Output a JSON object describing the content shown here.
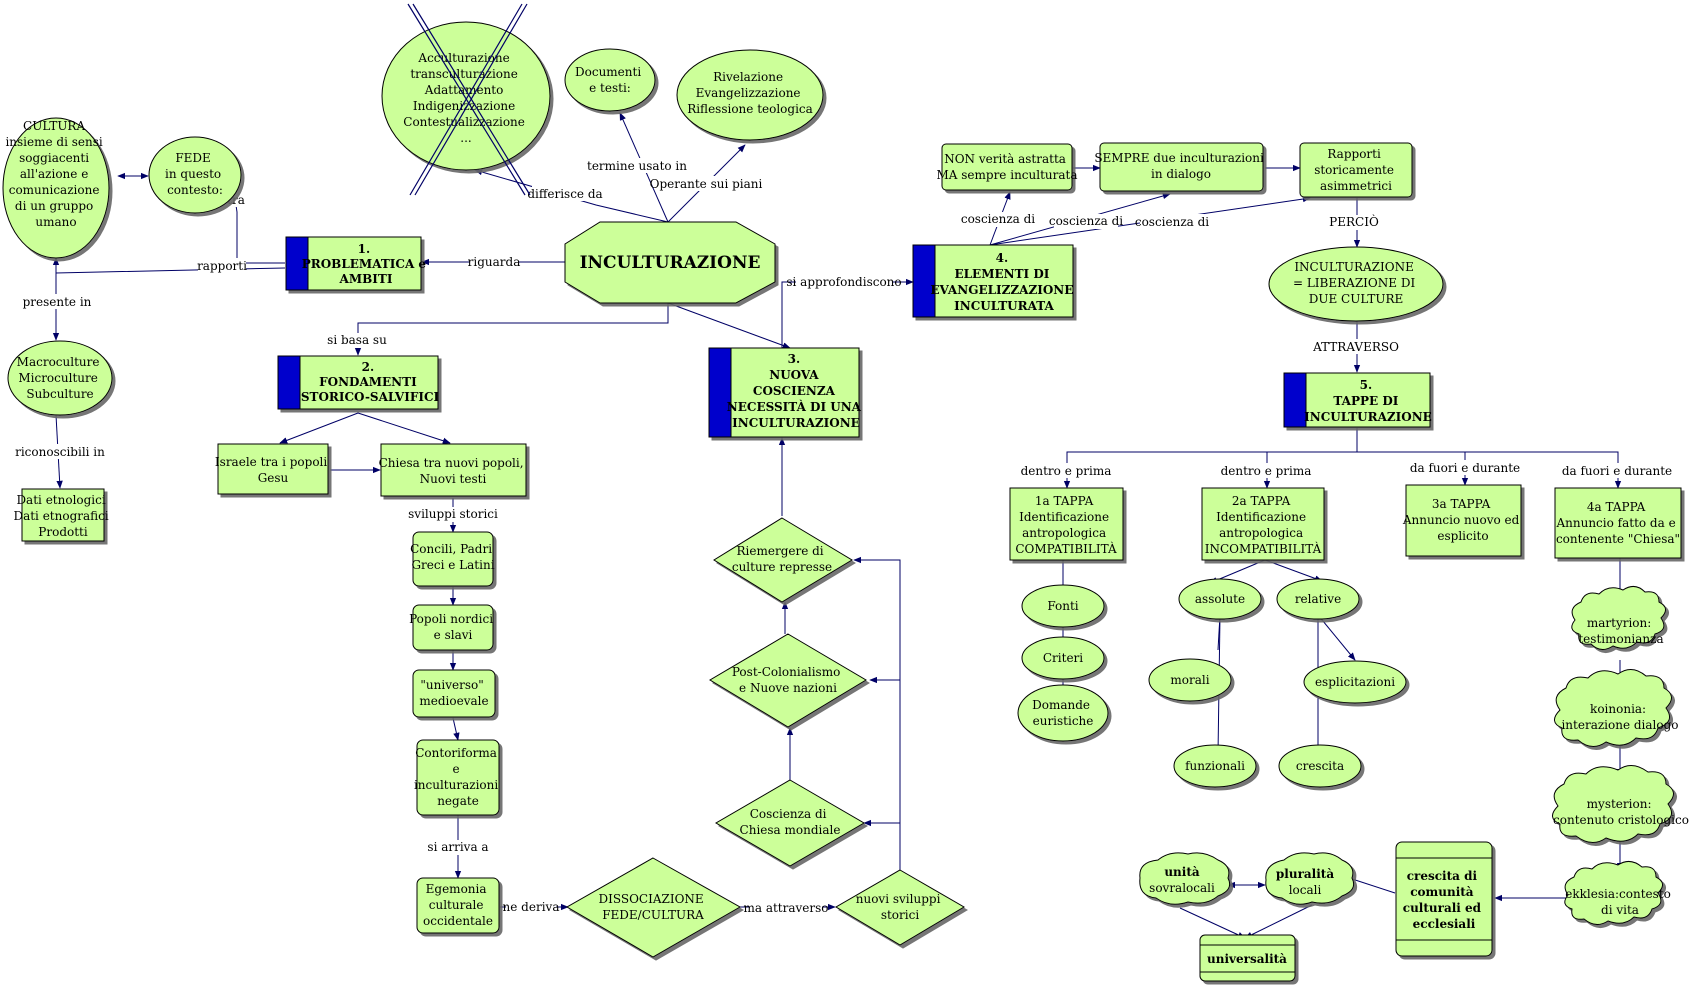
{
  "nodes": {
    "cultura": [
      "CULTURA",
      "insieme di sensi",
      "soggiacenti",
      "all'azione e",
      "comunicazione",
      "di un gruppo",
      "umano"
    ],
    "fede": [
      "FEDE",
      "in questo",
      "contesto:"
    ],
    "acculturazione": [
      "Acculturazione",
      "transculturazione",
      "Adattamento",
      "Indigenizzazione",
      "Contestualizzazione",
      "..."
    ],
    "documenti": [
      "Documenti",
      "e testi:"
    ],
    "rivelazione": [
      "Rivelazione",
      "Evangelizzazione",
      "Riflessione teologica"
    ],
    "problematica": [
      "1.",
      "PROBLEMATICA e",
      "AMBITI"
    ],
    "inculturazione": [
      "INCULTURAZIONE"
    ],
    "macroculture": [
      "Macroculture",
      "Microculture",
      "Subculture"
    ],
    "dati": [
      "Dati etnologici",
      "Dati etnografici",
      "Prodotti"
    ],
    "fondamenti": [
      "2.",
      "FONDAMENTI",
      "STORICO-SALVIFICI"
    ],
    "israele": [
      "Israele tra i popoli",
      "Gesu"
    ],
    "chiesa_popoli": [
      "Chiesa tra nuovi popoli,",
      "Nuovi testi"
    ],
    "concili": [
      "Concili, Padri",
      "Greci e Latini"
    ],
    "popoli_nordici": [
      "Popoli nordici",
      "e slavi"
    ],
    "universo": [
      "\"universo\"",
      "medioevale"
    ],
    "controriforma": [
      "Contoriforma",
      "e",
      "inculturazioni",
      "negate"
    ],
    "egemonia": [
      "Egemonia",
      "culturale",
      "occidentale"
    ],
    "dissociazione": [
      "DISSOCIAZIONE",
      "FEDE/CULTURA"
    ],
    "nuovi_sviluppi": [
      "nuovi sviluppi",
      "storici"
    ],
    "coscienza_chiesa": [
      "Coscienza di",
      "Chiesa mondiale"
    ],
    "postcolonialismo": [
      "Post-Colonialismo",
      "e Nuove nazioni"
    ],
    "riemergere": [
      "Riemergere di",
      "culture represse"
    ],
    "nuova_coscienza": [
      "3.",
      "NUOVA",
      "COSCIENZA",
      "NECESSITÀ DI UNA",
      "INCULTURAZIONE"
    ],
    "elementi": [
      "4.",
      "ELEMENTI DI",
      "EVANGELIZZAZIONE",
      "INCULTURATA"
    ],
    "non_verita": [
      "NON verità astratta",
      "MA sempre inculturata"
    ],
    "sempre_due": [
      "SEMPRE due inculturazioni",
      "in dialogo"
    ],
    "rapporti_asim": [
      "Rapporti",
      "storicamente",
      "asimmetrici"
    ],
    "liberazione": [
      "INCULTURAZIONE",
      "= LIBERAZIONE DI",
      "DUE CULTURE"
    ],
    "tappe": [
      "5.",
      "TAPPE DI",
      "INCULTURAZIONE"
    ],
    "tappa1": [
      "1a TAPPA",
      "Identificazione",
      "antropologica",
      "COMPATIBILITÀ"
    ],
    "tappa2": [
      "2a TAPPA",
      "Identificazione",
      "antropologica",
      "INCOMPATIBILITÀ"
    ],
    "tappa3": [
      "3a TAPPA",
      "Annuncio nuovo ed",
      "esplicito"
    ],
    "tappa4": [
      "4a TAPPA",
      "Annuncio fatto da e",
      "contenente \"Chiesa\""
    ],
    "fonti": [
      "Fonti"
    ],
    "criteri": [
      "Criteri"
    ],
    "domande": [
      "Domande",
      "euristiche"
    ],
    "assolute": [
      "assolute"
    ],
    "relative": [
      "relative"
    ],
    "morali": [
      "morali"
    ],
    "funzionali": [
      "funzionali"
    ],
    "esplicitazioni": [
      "esplicitazioni"
    ],
    "crescita": [
      "crescita"
    ],
    "martyrion": [
      "martyrion:",
      "testimonianza"
    ],
    "koinonia": [
      "koinonia:",
      "interazione dialogo"
    ],
    "mysterion": [
      "mysterion:",
      "contenuto cristologico"
    ],
    "ekklesia": [
      "ekklesia:contesto",
      "di vita"
    ],
    "crescita_comunita": [
      "crescita di",
      "comunità",
      "culturali ed",
      "ecclesiali"
    ],
    "unita": [
      "unità",
      "sovralocali"
    ],
    "pluralita": [
      "pluralità",
      "locali"
    ],
    "universalita": [
      "universalità"
    ]
  },
  "edge_labels": {
    "tra": "tra",
    "rapporti": "rapporti",
    "riguarda": "riguarda",
    "differisce_da": "differisce da",
    "termine_usato_in": "termine usato in",
    "operante_sui_piani": "Operante sui piani",
    "presente_in": "presente in",
    "riconoscibili_in": "riconoscibili in",
    "si_basa_su": "si basa su",
    "si_approfondiscono": "si approfondiscono",
    "coscienza_di_1": "coscienza di",
    "coscienza_di_2": "coscienza di",
    "coscienza_di_3": "coscienza di",
    "percio": "PERCIÒ",
    "attraverso": "ATTRAVERSO",
    "sviluppi_storici": "sviluppi storici",
    "si_arriva_a": "si arriva a",
    "ne_deriva": "ne deriva",
    "ma_attraverso": "ma attraverso",
    "dentro_prima_1": "dentro e prima",
    "dentro_prima_2": "dentro e prima",
    "fuori_durante_1": "da fuori e durante",
    "fuori_durante_2": "da fuori e durante"
  },
  "colors": {
    "node_fill": "#ccff99",
    "edge": "#000066",
    "header_bar": "#0000cc",
    "struck_out": "#000066"
  }
}
